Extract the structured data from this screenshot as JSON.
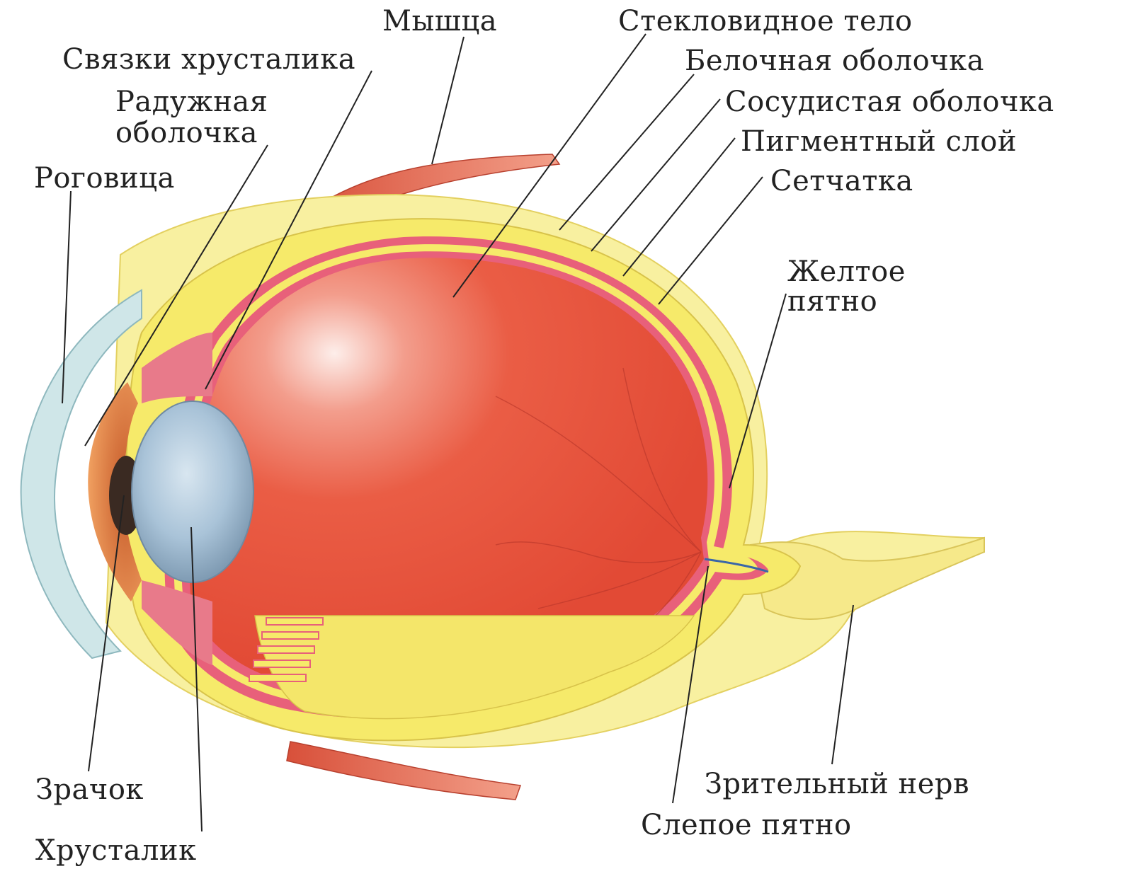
{
  "labels": {
    "muscle": "Мышца",
    "vitreous": "Стекловидное тело",
    "lens_ligaments": "Связки хрусталика",
    "sclera": "Белочная оболочка",
    "iris_line1": "Радужная",
    "iris_line2": "оболочка",
    "choroid": "Сосудистая оболочка",
    "pigment_layer": "Пигментный слой",
    "cornea": "Роговица",
    "retina": "Сетчатка",
    "macula_line1": "Желтое",
    "macula_line2": "пятно",
    "optic_nerve": "Зрительный нерв",
    "pupil": "Зрачок",
    "blind_spot": "Слепое пятно",
    "lens": "Хрусталик"
  },
  "colors": {
    "sclera": "#f6ea6a",
    "sclera_light": "#fbf4a8",
    "choroid": "#e8607a",
    "vitreous": "#e8553e",
    "vitreous_highlight": "#fbe0dc",
    "lens": "#a9c3d8",
    "cornea": "#cfe6e8",
    "iris": "#e07a3e",
    "pupil": "#3a2a22",
    "muscle": "#e66a4c",
    "leader": "#222222"
  }
}
